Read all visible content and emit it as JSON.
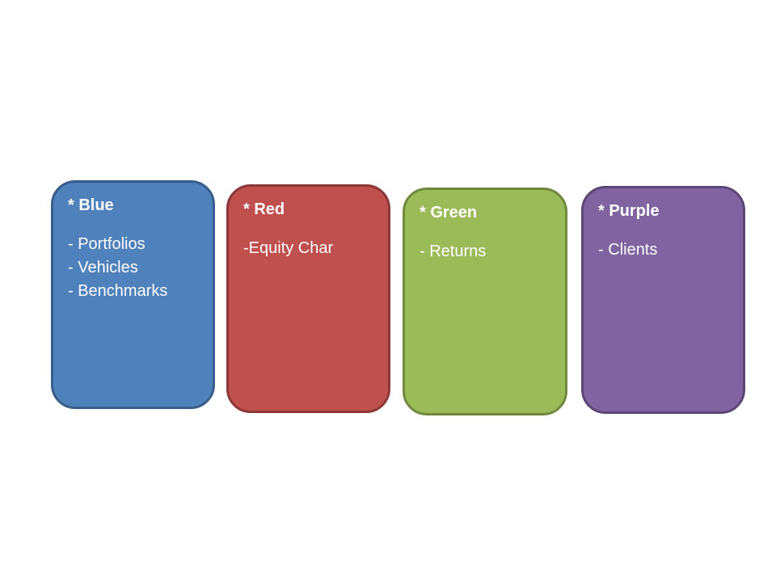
{
  "boxes": [
    {
      "title": "* Blue",
      "items": [
        "- Portfolios",
        "- Vehicles",
        "- Benchmarks"
      ],
      "fill": "#4f81bd",
      "border": "#385d8a"
    },
    {
      "title": "* Red",
      "items": [
        "-Equity Char"
      ],
      "fill": "#c0504d",
      "border": "#8c3836"
    },
    {
      "title": "* Green",
      "items": [
        "- Returns"
      ],
      "fill": "#9bbb59",
      "border": "#71893f"
    },
    {
      "title": "* Purple",
      "items": [
        "- Clients"
      ],
      "fill": "#8064a2",
      "border": "#5c4776"
    }
  ]
}
